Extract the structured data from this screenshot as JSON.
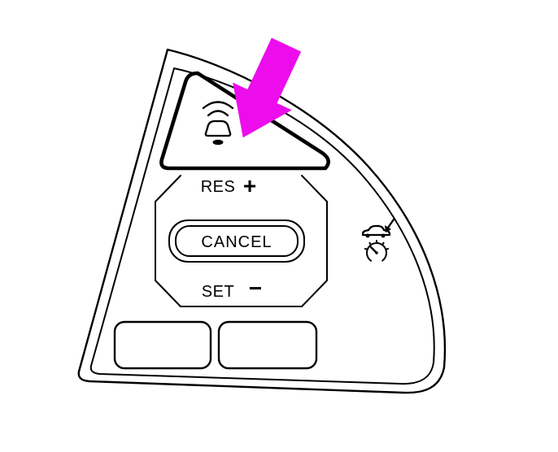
{
  "page": {
    "title": "Steering wheel cruise control pad illustration",
    "background": "#ffffff"
  },
  "diagram": {
    "type": "line-illustration",
    "subject": "steering-wheel-right-spoke-control-pad",
    "stroke_color": "#000000",
    "labels": {
      "res": "RES",
      "plus": "+",
      "cancel": "CANCEL",
      "set": "SET",
      "minus": "−"
    },
    "icons": [
      {
        "name": "vehicle-distance-icon",
        "location": "top-button",
        "description": "car front view with radar arcs above and dot below"
      },
      {
        "name": "adaptive-cruise-icon",
        "location": "right-area",
        "description": "car with arrow above a speedometer gauge"
      }
    ],
    "annotation_arrow": {
      "name": "callout-arrow",
      "color": "#EC0CEC",
      "points_to": "vehicle-distance-button"
    }
  }
}
